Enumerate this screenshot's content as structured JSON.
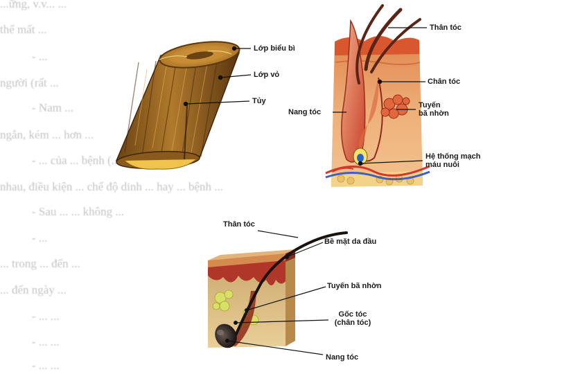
{
  "background_text": [
    "...ững, v.v... ...",
    "thể mất ...",
    "- ...",
    "người (rất ...",
    "- Nam ...",
    "ngắn, kém ... hơn ... ",
    "- ... của ... bệnh (... , ... các ...) ... ",
    "nhau, điều kiện ... chế độ dinh ... hay ... bệnh ... ",
    "- Sau ... ... không ... ",
    "- ... ",
    "... trong ... đến ... ",
    "... đến ngày ... ",
    "- ... ... ",
    "- ... ... ",
    "- ... ... "
  ],
  "figures": {
    "hair_cross_section": {
      "labels": {
        "cuticle": "Lớp biểu bì",
        "cortex": "Lớp vỏ",
        "medulla": "Tủy"
      }
    },
    "hair_follicle_top": {
      "labels": {
        "hair_shaft": "Thân tóc",
        "hair_root": "Chân tóc",
        "follicle": "Nang tóc",
        "sebaceous_gland_1": "Tuyến",
        "sebaceous_gland_2": "bã nhờn",
        "blood_vessels_1": "Hệ thống mạch",
        "blood_vessels_2": "máu nuôi"
      }
    },
    "hair_follicle_bottom": {
      "labels": {
        "hair_shaft": "Thân tóc",
        "scalp_surface": "Bề mặt da đầu",
        "sebaceous_gland": "Tuyến bã nhờn",
        "hair_bulb_1": "Gốc tóc",
        "hair_bulb_2": "(chân tóc)",
        "follicle": "Nang tóc"
      }
    }
  },
  "colors": {
    "hair_brown": "#8a5a1c",
    "hair_light": "#c98f3a",
    "skin": "#e9a36b",
    "skin_dark": "#c0452c",
    "fat": "#f0d79a",
    "gland": "#e8c14a",
    "shaft": "#2b1d17"
  }
}
